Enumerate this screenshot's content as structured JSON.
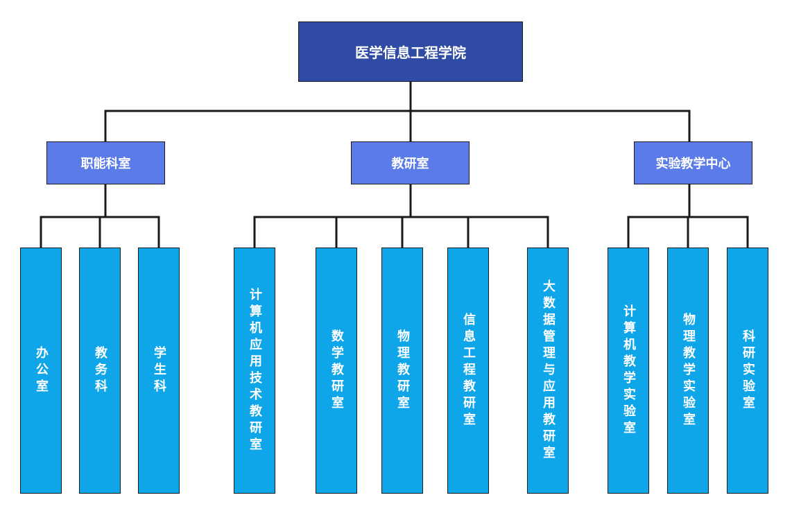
{
  "root": {
    "label": "医学信息工程学院"
  },
  "departments": [
    {
      "label": "职能科室",
      "units": [
        "办公室",
        "教务科",
        "学生科"
      ]
    },
    {
      "label": "教研室",
      "units": [
        "计算机应用技术教研室",
        "数学教研室",
        "物理教研室",
        "信息工程教研室",
        "大数据管理与应用教研室"
      ]
    },
    {
      "label": "实验教学中心",
      "units": [
        "计算机教学实验室",
        "物理教学实验室",
        "科研实验室"
      ]
    }
  ],
  "colors": {
    "root": "#2f4ba3",
    "department": "#5b7be8",
    "unit": "#0ea6e9",
    "line": "#1a1a1a"
  }
}
